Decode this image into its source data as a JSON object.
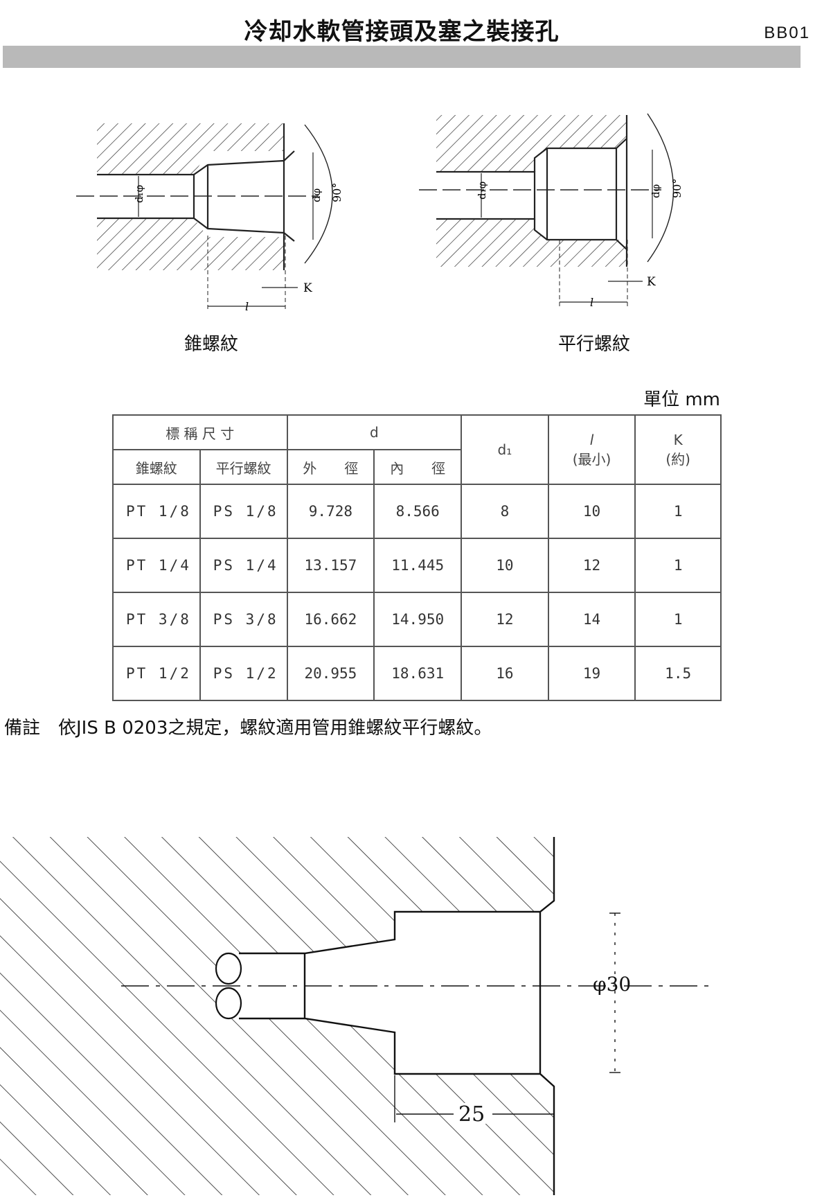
{
  "header": {
    "title": "冷却水軟管接頭及塞之裝接孔",
    "code": "BB01"
  },
  "figures": {
    "taper": {
      "caption": "錐螺紋",
      "label_d1": "d₁φ",
      "label_d": "dφ",
      "angle": "90°",
      "label_k": "K",
      "label_l": "l"
    },
    "parallel": {
      "caption": "平行螺紋",
      "label_d1": "d₁φ",
      "label_d": "dφ",
      "angle": "90°",
      "label_k": "K",
      "label_l": "l"
    }
  },
  "unit": "單位 mm",
  "table": {
    "h_nominal": "標 稱 尺 寸",
    "h_d": "d",
    "h_d1": "d₁",
    "h_l": "l",
    "h_l_sub": "(最小)",
    "h_k": "K",
    "h_k_sub": "(約)",
    "h_taper": "錐螺紋",
    "h_parallel": "平行螺紋",
    "h_outer": "外　　徑",
    "h_inner": "內　　徑",
    "rows": [
      {
        "pt": "PT 1/8",
        "ps": "PS 1/8",
        "outer": "9.728",
        "inner": "8.566",
        "d1": "8",
        "l": "10",
        "k": "1"
      },
      {
        "pt": "PT 1/4",
        "ps": "PS 1/4",
        "outer": "13.157",
        "inner": "11.445",
        "d1": "10",
        "l": "12",
        "k": "1"
      },
      {
        "pt": "PT 3/8",
        "ps": "PS 3/8",
        "outer": "16.662",
        "inner": "14.950",
        "d1": "12",
        "l": "14",
        "k": "1"
      },
      {
        "pt": "PT 1/2",
        "ps": "PS 1/2",
        "outer": "20.955",
        "inner": "18.631",
        "d1": "16",
        "l": "19",
        "k": "1.5"
      }
    ]
  },
  "note": "備註　依JIS B 0203之規定，螺紋適用管用錐螺紋平行螺紋。",
  "bottom_figure": {
    "dia_label": "φ30",
    "len_label": "25"
  }
}
